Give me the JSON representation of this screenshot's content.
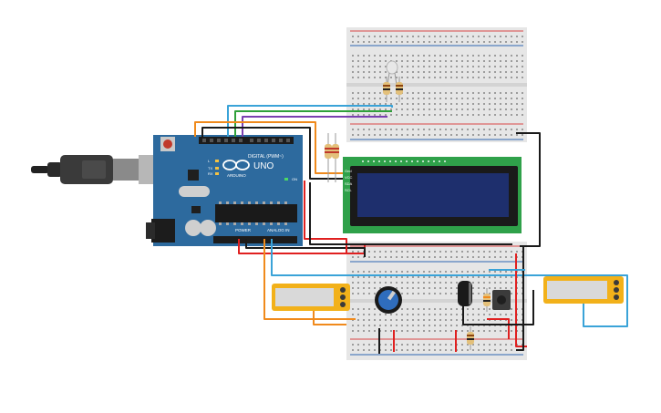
{
  "board": {
    "brand": "ARDUINO",
    "model": "UNO",
    "header_digital": "DIGITAL (PWM~)",
    "header_power": "POWER",
    "header_analog": "ANALOG IN",
    "tx": "TX",
    "rx": "RX",
    "l": "L",
    "on": "ON"
  },
  "lcd": {
    "pins": [
      "Gnd",
      "VCC",
      "SDA",
      "SCL"
    ]
  },
  "colors": {
    "arduino_blue": "#2d6a9e",
    "breadboard": "#e6e6e6",
    "lcd_pcb": "#2fa14a",
    "lcd_screen": "#1e2f6d",
    "wire_red": "#e02020",
    "wire_black": "#1a1a1a",
    "wire_orange": "#f08a1c",
    "wire_cyan": "#3aa3d8",
    "wire_green": "#2fa03a",
    "wire_purple": "#7a3fb0",
    "meter_yellow": "#f2b11a"
  },
  "components": [
    "usb-cable",
    "arduino-uno",
    "breadboard-top",
    "breadboard-bottom",
    "lcd-i2c",
    "potentiometer",
    "capacitor",
    "pushbutton",
    "resistors",
    "multimeter-left",
    "multimeter-right",
    "led"
  ]
}
